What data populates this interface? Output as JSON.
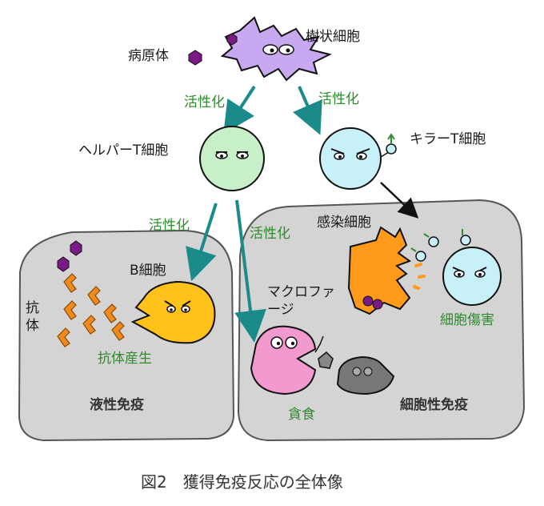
{
  "figure": {
    "caption": "図2　獲得免疫反応の全体像"
  },
  "labels": {
    "dendritic_cell": "樹状細胞",
    "pathogen": "病原体",
    "activation_left": "活性化",
    "activation_right": "活性化",
    "activation_b": "活性化",
    "activation_macro": "活性化",
    "helper_t": "ヘルパーT細胞",
    "killer_t": "キラーT細胞",
    "infected_cell": "感染細胞",
    "b_cell": "B細胞",
    "antibody": "抗体",
    "antibody_production": "抗体産生",
    "humoral_immunity": "液性免疫",
    "macrophage": "マクロファージ",
    "cell_injury": "細胞傷害",
    "phagocytosis": "貪食",
    "cellular_immunity": "細胞性免疫"
  },
  "colors": {
    "dendritic": "#c8a8f0",
    "helper": "#c8f0c8",
    "killer": "#c8f0f8",
    "infected": "#ff9a1a",
    "b_cell": "#ffc21a",
    "macrophage": "#f29ad0",
    "pathogen": "#7a1a86",
    "antibody": "#f08a1a",
    "arrow_teal": "#1a8a8a",
    "panel": "#d4d4d4",
    "label_green": "#2e8b2e"
  }
}
